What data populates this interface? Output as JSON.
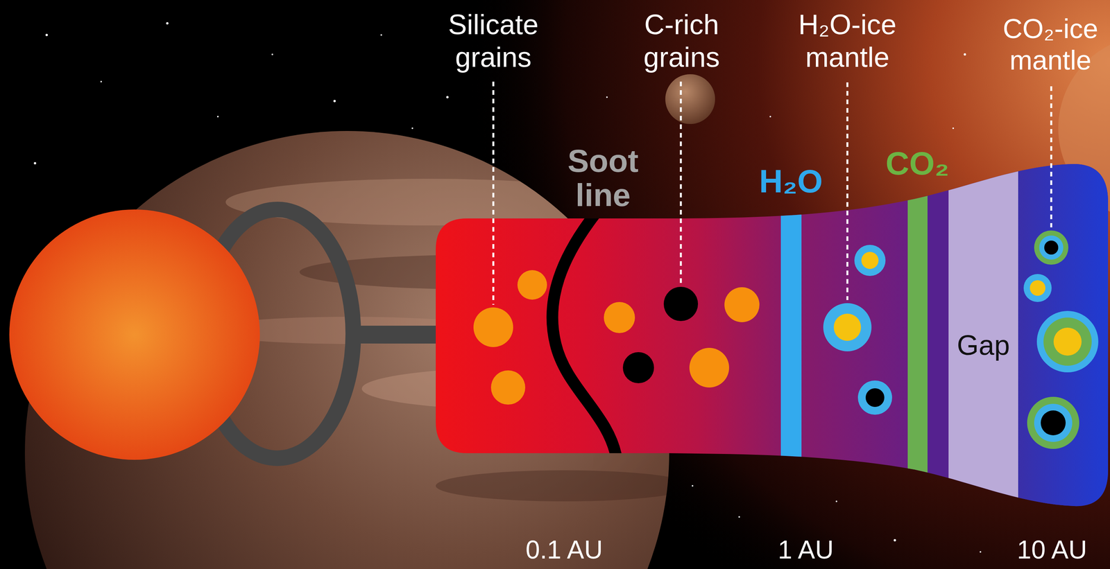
{
  "diagram": {
    "nodes": [
      {
        "text": [
          "Soot line"
        ]
      },
      {
        "text": [
          "H₂O"
        ]
      },
      {
        "text": [
          "CO₂"
        ]
      },
      {
        "text": [
          "Gap"
        ]
      }
    ],
    "labels": [
      "Silicate grains",
      "C-rich grains",
      "H₂O-ice mantle",
      "CO₂-ice mantle",
      "0.1 AU",
      "1 AU",
      "10 AU"
    ]
  }
}
